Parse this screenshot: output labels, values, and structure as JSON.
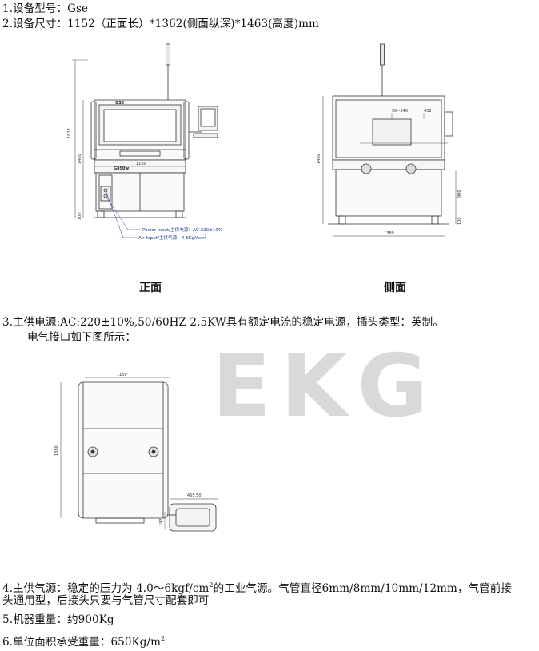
{
  "specs": {
    "item1": "1.设备型号：Gse",
    "item2": "2.设备尺寸：1152（正面长）*1362(侧面纵深)*1463(高度)mm",
    "item3": "3.主供电源:AC:220±10%,50/60HZ 2.5KW具有额定电流的稳定电源，插头类型：英制。",
    "item3_sub": "电气接口如下图所示：",
    "item4_a": "4.主供气源：稳定的压力为 4.0～6kgf/cm",
    "item4_sup": "2",
    "item4_b": "的工业气源。气管直径6mm/8mm/10mm/12mm，气管前接",
    "item4_c": "头通用型，后接头只要与气管尺寸配套即可",
    "item5": "5.机器重量：约900Kg",
    "item6_a": "6.单位面积承受重量：650Kg/m",
    "item6_sup": "2"
  },
  "captions": {
    "front": "正面",
    "side": "侧面"
  },
  "front_drawing": {
    "brand": "G850w",
    "logo_text": "GSE",
    "dim_total_height": "1873",
    "dim_body_height": "1460",
    "dim_width": "1150",
    "dim_feet": "100",
    "power_label": "Power Input/主供电源：AC 220±10%",
    "air_label": "Air Input/主供气源：4-6Kgf/cm",
    "air_label_sup": "2"
  },
  "side_drawing": {
    "dim_height": "1460",
    "dim_depth": "1380",
    "dim_top_a": "50~340",
    "dim_top_b": "452",
    "dim_mid": "900",
    "dim_feet": "100"
  },
  "top_drawing": {
    "dim_width": "1150",
    "dim_depth": "1380",
    "dim_monitor": "465.50",
    "dim_small": "192"
  },
  "watermark": "EKG",
  "colors": {
    "label_blue": "#1b3a8c",
    "line": "#333333",
    "watermark": "#d9d9d9"
  }
}
